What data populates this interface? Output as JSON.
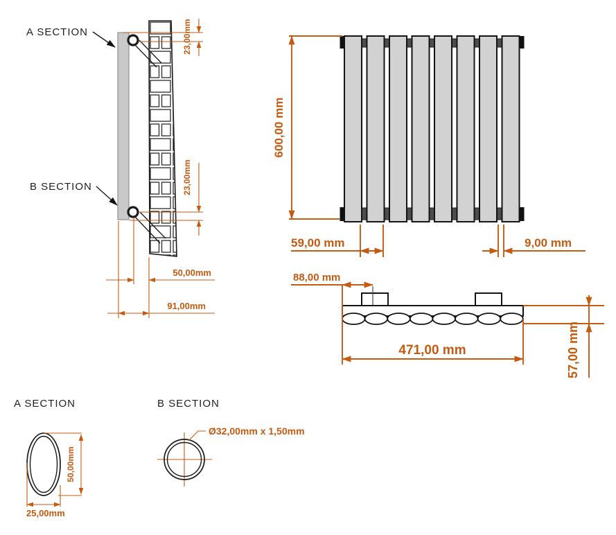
{
  "side_view": {
    "label_a": "A SECTION",
    "label_b": "B SECTION",
    "dim_top_bracket": "23,00mm",
    "dim_bottom_bracket": "23,00mm",
    "dim_wall_gap": "50,00mm",
    "dim_total_depth": "91,00mm"
  },
  "front_view": {
    "dim_height": "600,00 mm",
    "dim_panel_pitch": "59,00 mm",
    "dim_panel_gap": "9,00 mm"
  },
  "top_view": {
    "dim_bracket_offset": "88,00 mm",
    "dim_total_width": "471,00 mm",
    "dim_depth": "57,00 mm"
  },
  "section_a": {
    "title": "A SECTION",
    "dim_height": "50,00mm",
    "dim_width": "25,00mm"
  },
  "section_b": {
    "title": "B SECTION",
    "dim_tube": "Ø32,00mm x 1,50mm"
  },
  "colors": {
    "dimension": "#C55A11",
    "panel_fill": "#CDCDCD",
    "outline": "#1A1A1A"
  }
}
